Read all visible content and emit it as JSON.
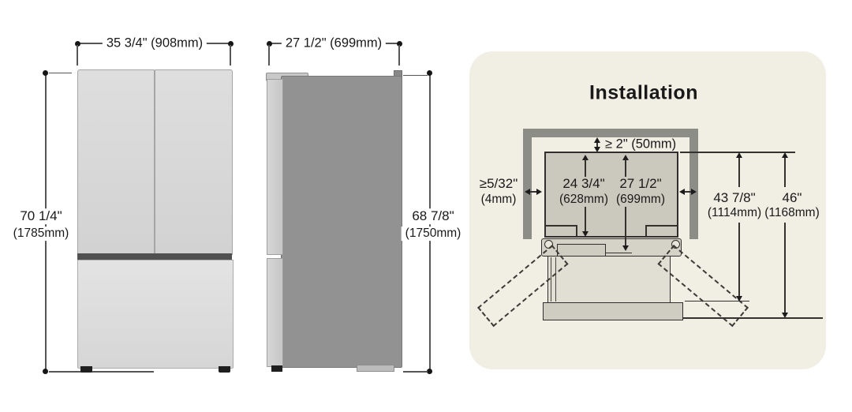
{
  "front_view": {
    "width_label": "35 3/4\" (908mm)",
    "height_label_in": "70 1/4\"",
    "height_label_mm": "(1785mm)"
  },
  "side_view": {
    "depth_label": "27 1/2\" (699mm)",
    "height_label_in": "68 7/8\"",
    "height_label_mm": "(1750mm)"
  },
  "installation": {
    "title": "Installation",
    "top_clearance": "≥ 2\" (50mm)",
    "side_clearance_in": "≥5/32\"",
    "side_clearance_mm": "(4mm)",
    "depth_without_door_in": "24 3/4\"",
    "depth_without_door_mm": "(628mm)",
    "depth_with_door_in": "27 1/2\"",
    "depth_with_door_mm": "(699mm)",
    "depth_door_open_in": "43 7/8\"",
    "depth_door_open_mm": "(1114mm)",
    "depth_total_in": "46\"",
    "depth_total_mm": "(1168mm)"
  },
  "colors": {
    "panel_bg": "#f1eee4",
    "wall_gray": "#8d8d88",
    "diagram_fill": "#cbc8bd",
    "fridge_door": "#d8d8d8",
    "fridge_side_body": "#929292",
    "line_dark": "#33322f"
  }
}
